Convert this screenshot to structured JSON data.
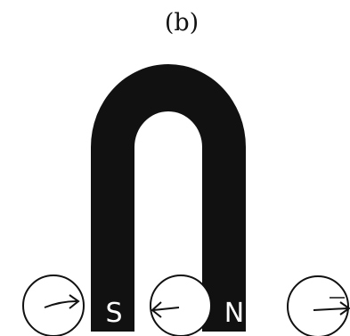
{
  "figure": {
    "panel_label": "(b)",
    "magnet": {
      "left_pole": "S",
      "right_pole": "N",
      "color": "#111111",
      "pole_text_color": "#ffffff"
    },
    "compasses": [
      {
        "name": "left-compass",
        "needle_direction": "right"
      },
      {
        "name": "middle-compass",
        "needle_direction": "left"
      },
      {
        "name": "right-compass",
        "needle_direction": "right"
      }
    ]
  }
}
